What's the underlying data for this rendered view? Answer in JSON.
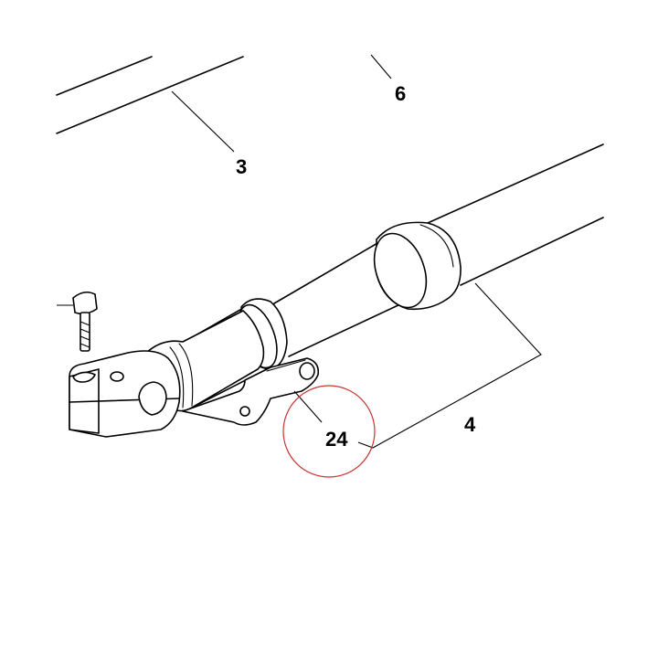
{
  "callouts": {
    "c3": "3",
    "c6": "6",
    "c4": "4",
    "c24": "24"
  },
  "highlight": {
    "target": "24",
    "color": "#c83232"
  },
  "colors": {
    "line": "#000000",
    "background": "#ffffff",
    "shade": "#bdbdbd"
  }
}
